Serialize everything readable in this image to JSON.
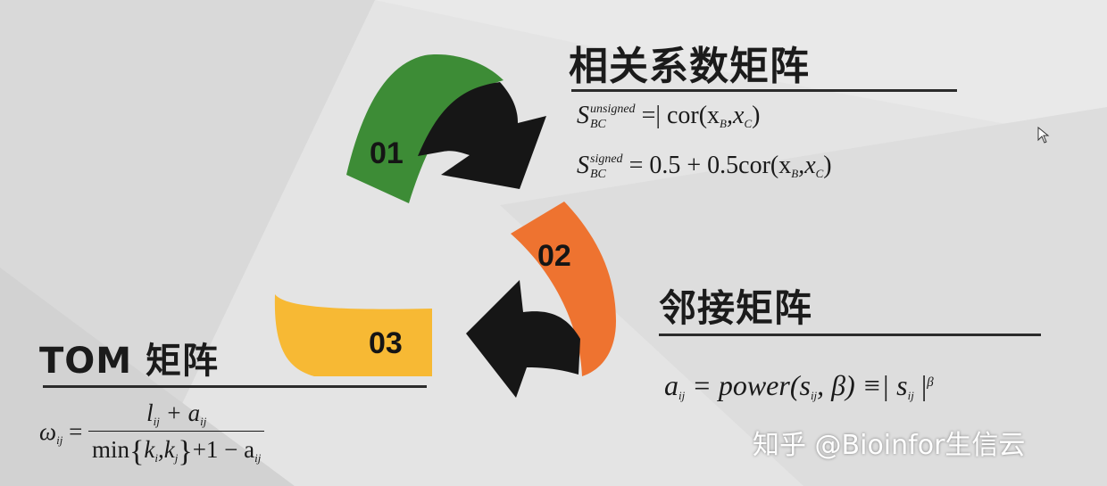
{
  "colors": {
    "step1": "#3d8c36",
    "step2": "#ee7330",
    "step3": "#f7b934",
    "arrow": "#161616",
    "background": "#e4e4e4"
  },
  "steps": [
    {
      "number": "01",
      "color_key": "step1"
    },
    {
      "number": "02",
      "color_key": "step2"
    },
    {
      "number": "03",
      "color_key": "step3"
    }
  ],
  "correlation": {
    "title": "相关系数矩阵",
    "unsigned": {
      "S": "S",
      "sup": "unsigned",
      "sub": "BC",
      "rhs": "=| cor(x",
      "xb": "B",
      "sep": ",x",
      "xc": "C",
      "close": ")"
    },
    "signed": {
      "S": "S",
      "sup": "signed",
      "sub": "BC",
      "rhs": "= 0.5 + 0.5cor(x",
      "xb": "B",
      "sep": ",x",
      "xc": "C",
      "close": ")"
    }
  },
  "adjacency": {
    "title": "邻接矩阵",
    "lhs": "a",
    "lhs_sub": "ij",
    "mid": "= power(s",
    "mid_sub": "ij",
    "mid2": ", β) ≡| s",
    "mid2_sub": "ij",
    "end": " |",
    "exp": "β"
  },
  "tom": {
    "title": "TOM 矩阵",
    "lhs": "ω",
    "lhs_sub": "ij",
    "eq": "=",
    "num_l": "l",
    "num_l_sub": "ij",
    "num_plus": " + a",
    "num_a_sub": "ij",
    "den_min": "min",
    "den_brace_l": "{",
    "den_k": "k",
    "den_k_sub": "i",
    "den_comma": ",k",
    "den_kj_sub": "j",
    "den_brace_r": "}",
    "den_rest": "+1 − a",
    "den_a_sub": "ij"
  },
  "watermark": "知乎 @Bioinfor生信云"
}
